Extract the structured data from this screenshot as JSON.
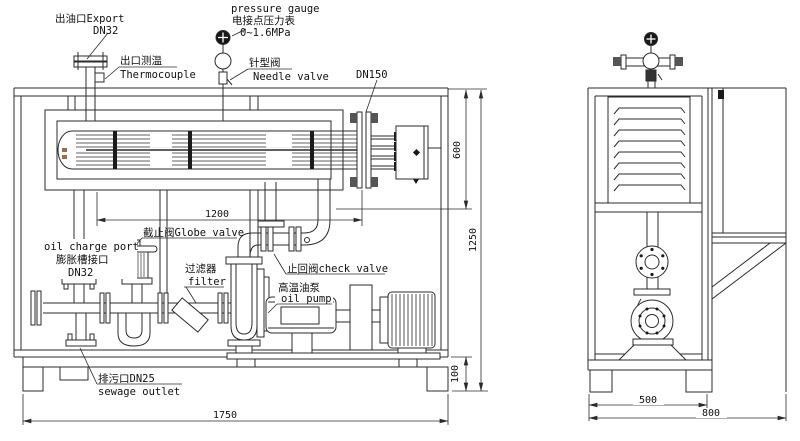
{
  "labels": {
    "outlet_port": "出油口Export",
    "outlet_size": "DN32",
    "pressure_gauge_en": "pressure gauge",
    "pressure_gauge_cn": "电接点压力表",
    "pressure_gauge_range": "0~1.6MPa",
    "outlet_temp_cn": "出口测温",
    "outlet_temp_en": "Thermocouple",
    "needle_valve_cn": "针型阀",
    "needle_valve_en": "Needle valve",
    "flange_size": "DN150",
    "globe_valve": "截止阀Globe valve",
    "oil_charge_en": "oil charge port",
    "oil_charge_cn": "膨胀槽接口",
    "oil_charge_size": "DN32",
    "filter_cn": "过滤器",
    "filter_en": "filter",
    "check_valve": "止回阀check valve",
    "oil_pump_cn": "高温油泵",
    "oil_pump_en": "oil pump",
    "sewage_cn": "排污口DN25",
    "sewage_en": "sewage outlet"
  },
  "dims": {
    "tube_length": "1200",
    "upper_height": "600",
    "total_height": "1250",
    "base_height": "100",
    "total_length": "1750",
    "side_base": "500",
    "side_width": "800"
  },
  "colors": {
    "line": "#2b2b2b",
    "text": "#111111",
    "background": "#ffffff"
  }
}
